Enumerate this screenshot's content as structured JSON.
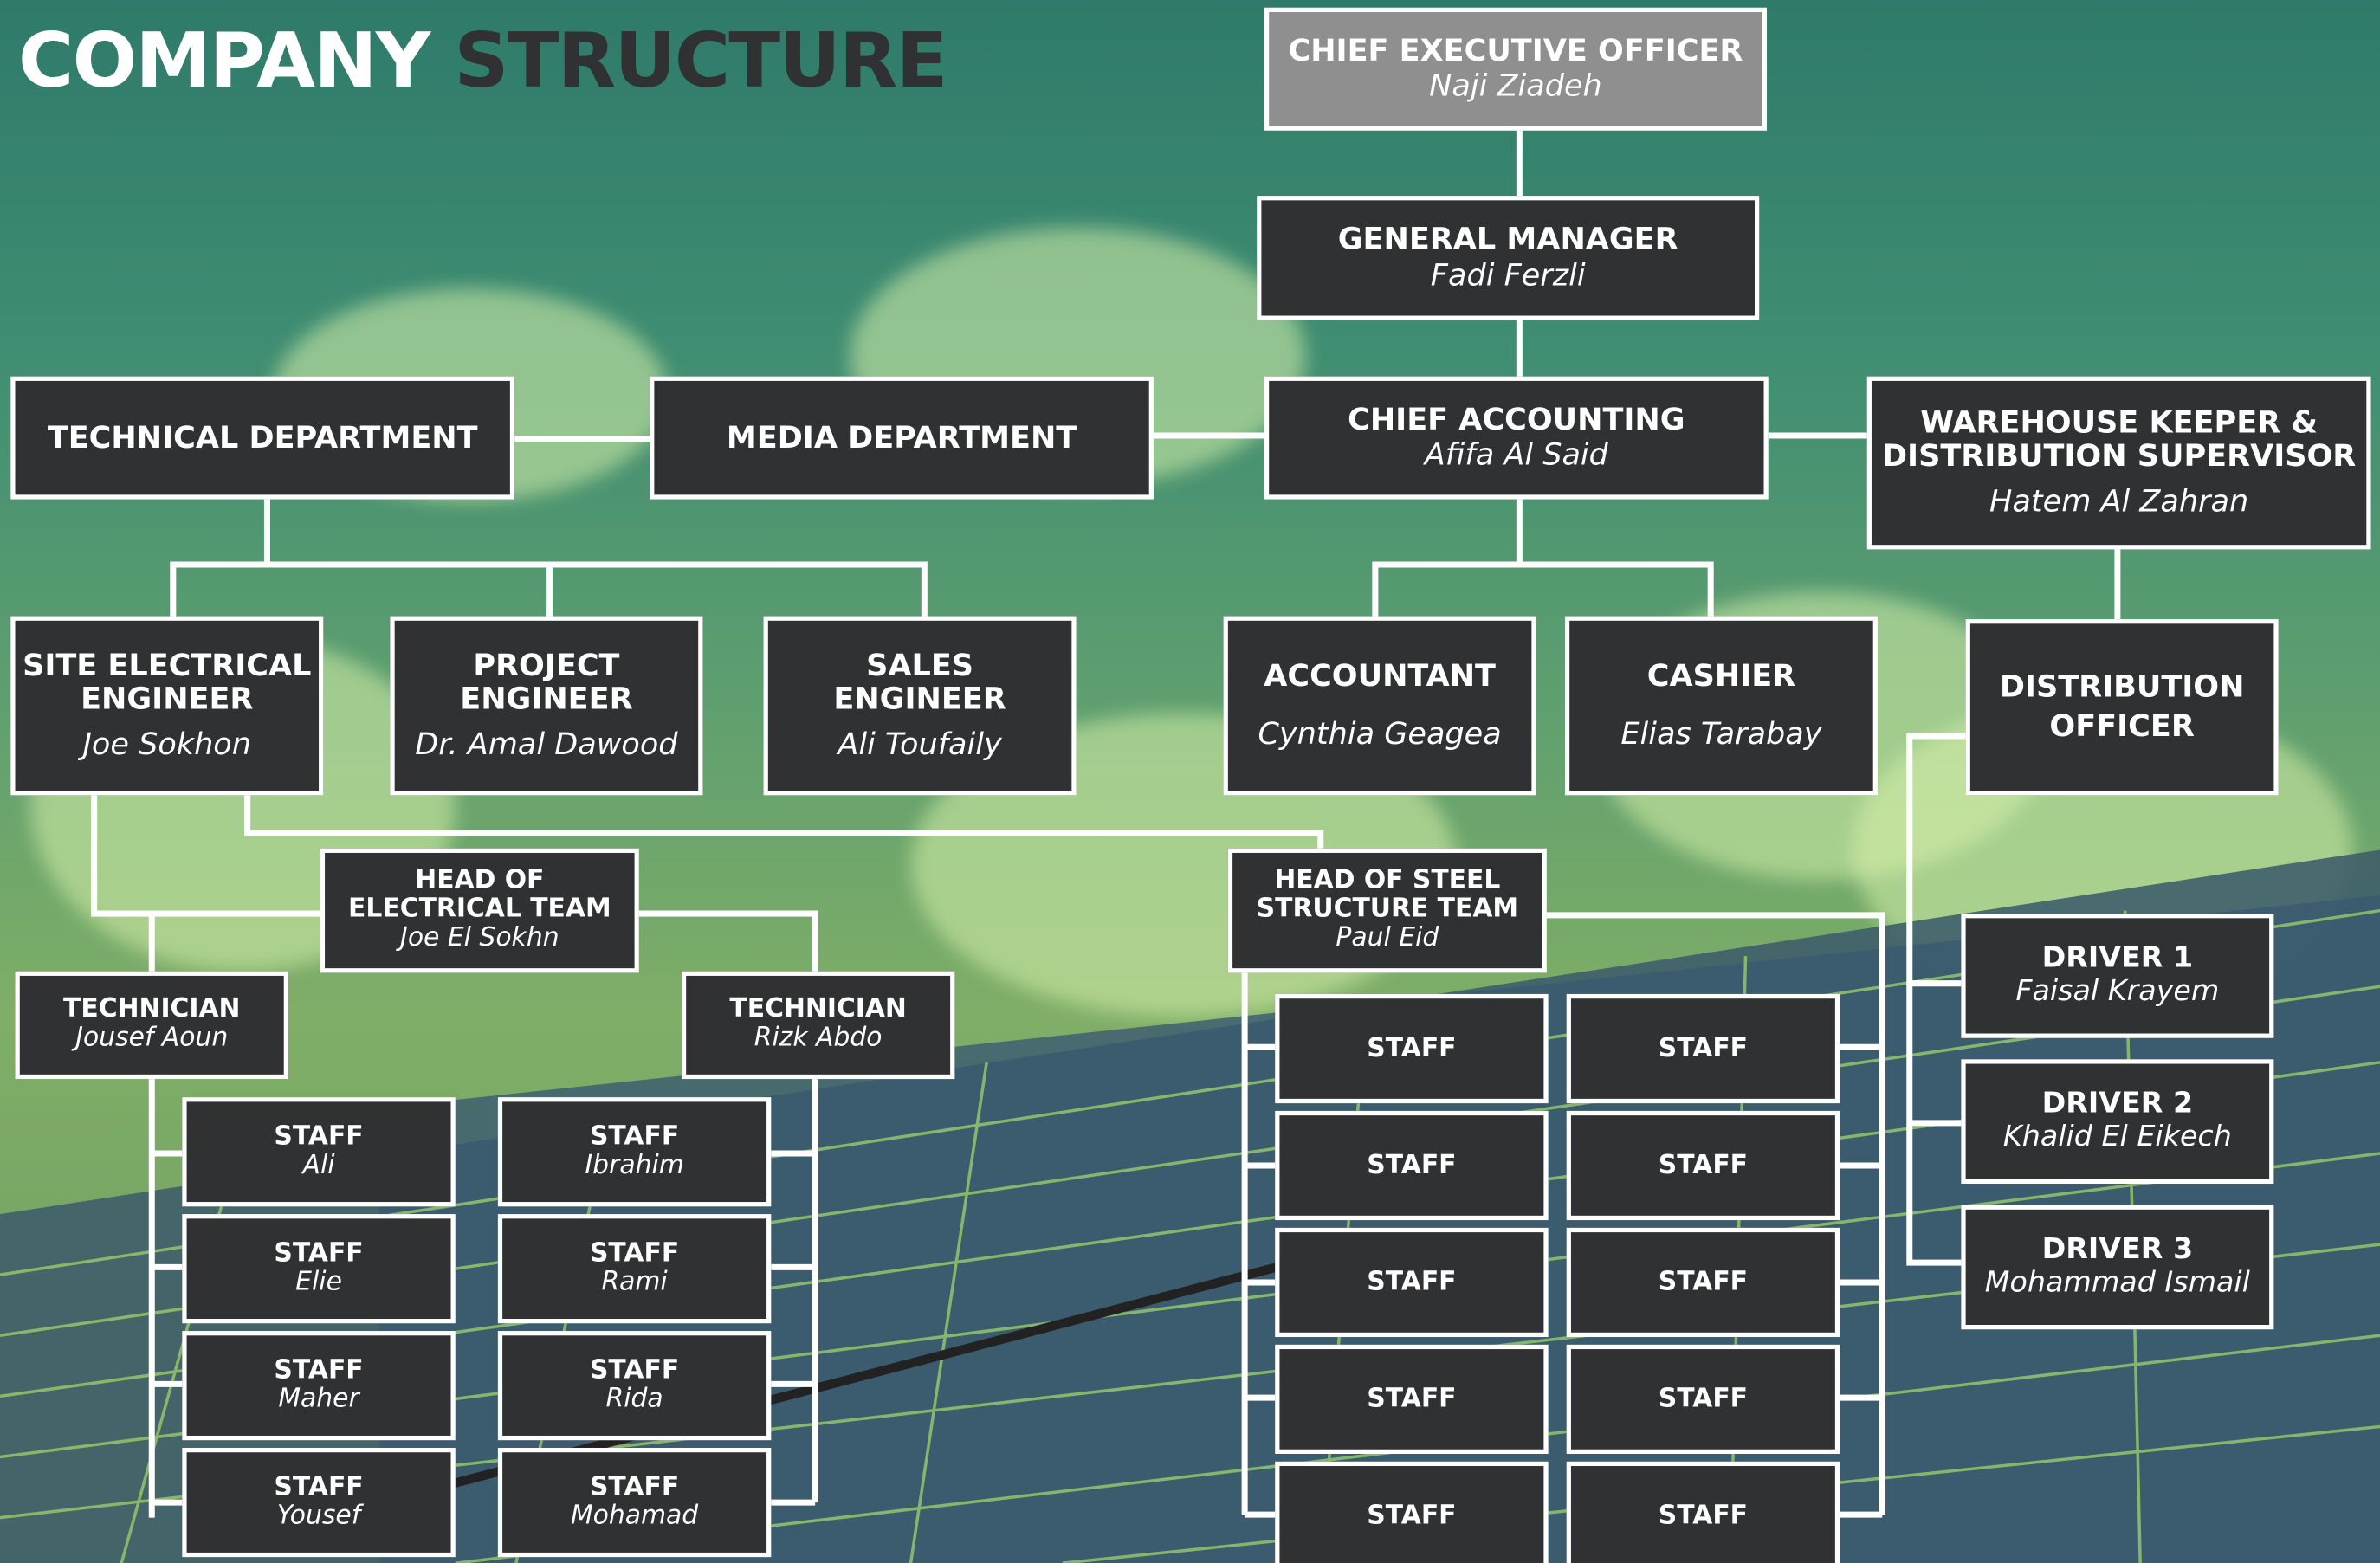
{
  "title": {
    "word1": "COMPANY",
    "word2": "STRUCTURE"
  },
  "ceo": {
    "title": "CHIEF EXECUTIVE OFFICER",
    "name": "Naji Ziadeh"
  },
  "gm": {
    "title": "GENERAL MANAGER",
    "name": "Fadi Ferzli"
  },
  "technical": {
    "title": "TECHNICAL DEPARTMENT"
  },
  "media": {
    "title": "MEDIA DEPARTMENT"
  },
  "accounting": {
    "title": "CHIEF ACCOUNTING",
    "name": "Afifa Al Said"
  },
  "warehouse": {
    "title1": "WAREHOUSE KEEPER &",
    "title2": "DISTRIBUTION SUPERVISOR",
    "name": "Hatem Al Zahran"
  },
  "site_engineer": {
    "title1": "SITE ELECTRICAL",
    "title2": "ENGINEER",
    "name": "Joe Sokhon"
  },
  "project_engineer": {
    "title1": "PROJECT",
    "title2": "ENGINEER",
    "name": "Dr. Amal Dawood"
  },
  "sales_engineer": {
    "title1": "SALES",
    "title2": "ENGINEER",
    "name": "Ali Toufaily"
  },
  "accountant": {
    "title": "ACCOUNTANT",
    "name": "Cynthia Geagea"
  },
  "cashier": {
    "title": "CASHIER",
    "name": "Elias Tarabay"
  },
  "distribution_officer": {
    "title1": "DISTRIBUTION",
    "title2": "OFFICER"
  },
  "head_electrical": {
    "title1": "HEAD OF",
    "title2": "ELECTRICAL TEAM",
    "name": "Joe El Sokhn"
  },
  "head_steel": {
    "title1": "HEAD OF STEEL",
    "title2": "STRUCTURE TEAM",
    "name": "Paul Eid"
  },
  "technician1": {
    "title": "TECHNICIAN",
    "name": "Jousef Aoun"
  },
  "technician2": {
    "title": "TECHNICIAN",
    "name": "Rizk Abdo"
  },
  "staff_left": [
    {
      "title": "STAFF",
      "name": "Ali"
    },
    {
      "title": "STAFF",
      "name": "Elie"
    },
    {
      "title": "STAFF",
      "name": "Maher"
    },
    {
      "title": "STAFF",
      "name": "Yousef"
    }
  ],
  "staff_mid": [
    {
      "title": "STAFF",
      "name": "Ibrahim"
    },
    {
      "title": "STAFF",
      "name": "Rami"
    },
    {
      "title": "STAFF",
      "name": "Rida"
    },
    {
      "title": "STAFF",
      "name": "Mohamad"
    }
  ],
  "staff_steel": [
    "STAFF",
    "STAFF",
    "STAFF",
    "STAFF",
    "STAFF",
    "STAFF",
    "STAFF",
    "STAFF",
    "STAFF",
    "STAFF"
  ],
  "drivers": [
    {
      "title": "DRIVER 1",
      "name": "Faisal Krayem"
    },
    {
      "title": "DRIVER 2",
      "name": "Khalid El Eikech"
    },
    {
      "title": "DRIVER 3",
      "name": "Mohammad Ismail"
    }
  ]
}
